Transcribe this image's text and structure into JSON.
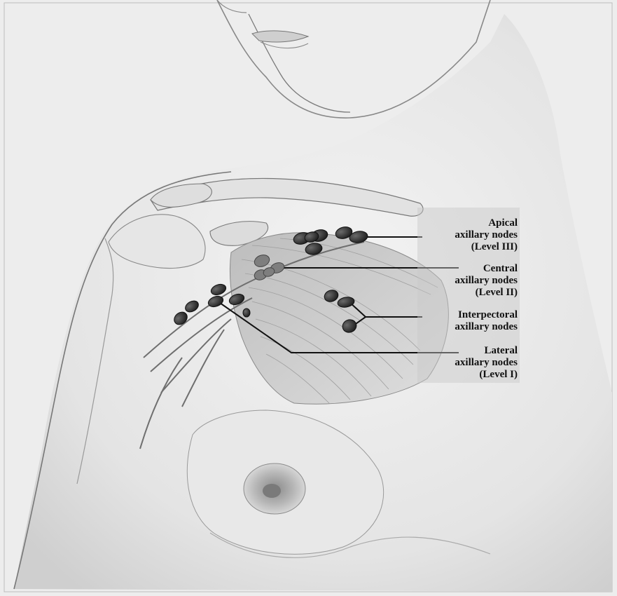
{
  "colors": {
    "background": "#ffffff",
    "paper": "#ececec",
    "skin_shadow": "#d4d4d4",
    "line_art": "#555555",
    "node_fill": "#2b2b2b",
    "node_highlight": "#6a6a6a",
    "muscle": "#c9c9c9",
    "label_panel": "#c8c8c8",
    "leader_line": "#111111"
  },
  "labels": {
    "apical": {
      "line1": "Apical",
      "line2": "axillary nodes",
      "line3": "(Level III)"
    },
    "central": {
      "line1": "Central",
      "line2": "axillary nodes",
      "line3": "(Level II)"
    },
    "interpectoral": {
      "line1": "Interpectoral",
      "line2": "axillary nodes"
    },
    "lateral": {
      "line1": "Lateral",
      "line2": "axillary nodes",
      "line3": "(Level I)"
    }
  },
  "node_groups": [
    {
      "group": "apical",
      "count": 6
    },
    {
      "group": "central",
      "count": 4
    },
    {
      "group": "interpectoral",
      "count": 3
    },
    {
      "group": "lateral",
      "count": 6
    }
  ]
}
